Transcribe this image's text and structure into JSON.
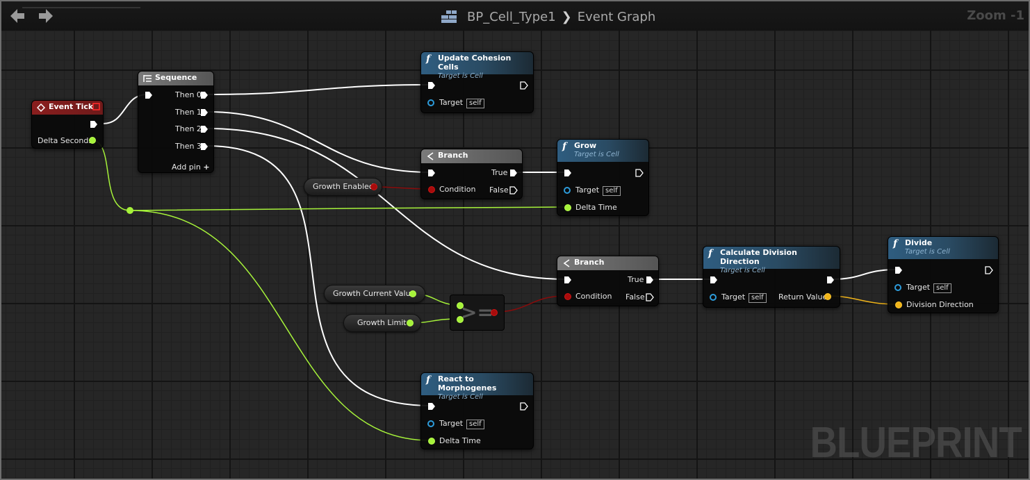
{
  "header": {
    "blueprint_name": "BP_Cell_Type1",
    "graph_name": "Event Graph",
    "zoom": "Zoom -1"
  },
  "watermark": "BLUEPRINT",
  "nodes": {
    "event_tick": {
      "title": "Event Tick",
      "pin_delta": "Delta Seconds"
    },
    "sequence": {
      "title": "Sequence",
      "pins": [
        "Then 0",
        "Then 1",
        "Then 2",
        "Then 3"
      ],
      "add_pin": "Add pin"
    },
    "update_cohesion": {
      "title": "Update Cohesion Cells",
      "subtitle": "Target is Cell",
      "target": "Target",
      "self": "self"
    },
    "branch1": {
      "title": "Branch",
      "condition": "Condition",
      "true": "True",
      "false": "False"
    },
    "grow": {
      "title": "Grow",
      "subtitle": "Target is Cell",
      "target": "Target",
      "self": "self",
      "delta": "Delta Time"
    },
    "growth_enabled": {
      "label": "Growth Enabled"
    },
    "branch2": {
      "title": "Branch",
      "condition": "Condition",
      "true": "True",
      "false": "False"
    },
    "calc_div": {
      "title": "Calculate Division Direction",
      "subtitle": "Target is Cell",
      "target": "Target",
      "self": "self",
      "return": "Return Value"
    },
    "divide": {
      "title": "Divide",
      "subtitle": "Target is Cell",
      "target": "Target",
      "self": "self",
      "direction": "Division Direction"
    },
    "growth_current": {
      "label": "Growth Current Value"
    },
    "growth_limit": {
      "label": "Growth Limit"
    },
    "compare": {
      "symbol": ">="
    },
    "react": {
      "title": "React to Morphogenes",
      "subtitle": "Target is Cell",
      "target": "Target",
      "self": "self",
      "delta": "Delta Time"
    }
  },
  "colors": {
    "exec_wire": "#ffffff",
    "float_wire": "#a6f23a",
    "bool_wire": "#8a0b0b",
    "vector_wire": "#f0b41a",
    "function_header": "#2f5d80",
    "event_header": "#8a1e1e"
  }
}
